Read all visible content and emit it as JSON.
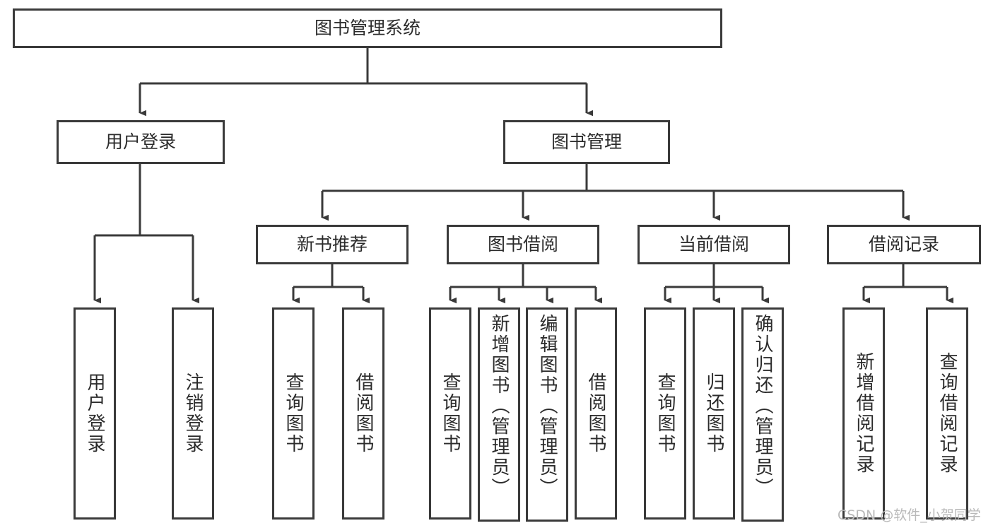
{
  "diagram": {
    "title": "图书管理系统",
    "watermark": "CSDN @软件_小贺同学",
    "line_color": "#3a3a3a",
    "box_fill": "#ffffff",
    "text_color": "#2b2b2b",
    "root": {
      "label": "图书管理系统"
    },
    "level2": [
      {
        "label": "用户登录"
      },
      {
        "label": "图书管理"
      }
    ],
    "level3": [
      {
        "label": "新书推荐"
      },
      {
        "label": "图书借阅"
      },
      {
        "label": "当前借阅"
      },
      {
        "label": "借阅记录"
      }
    ],
    "leaves": {
      "user_login": [
        {
          "label": "用户登录"
        },
        {
          "label": "注销登录"
        }
      ],
      "new_book_recommend": [
        {
          "label": "查询图书"
        },
        {
          "label": "借阅图书"
        }
      ],
      "book_borrow": [
        {
          "label": "查询图书"
        },
        {
          "label": "新增图书（管理员）"
        },
        {
          "label": "编辑图书（管理员）"
        },
        {
          "label": "借阅图书"
        }
      ],
      "current_borrow": [
        {
          "label": "查询图书"
        },
        {
          "label": "归还图书"
        },
        {
          "label": "确认归还（管理员）"
        }
      ],
      "borrow_record": [
        {
          "label": "新增借阅记录"
        },
        {
          "label": "查询借阅记录"
        }
      ]
    }
  }
}
